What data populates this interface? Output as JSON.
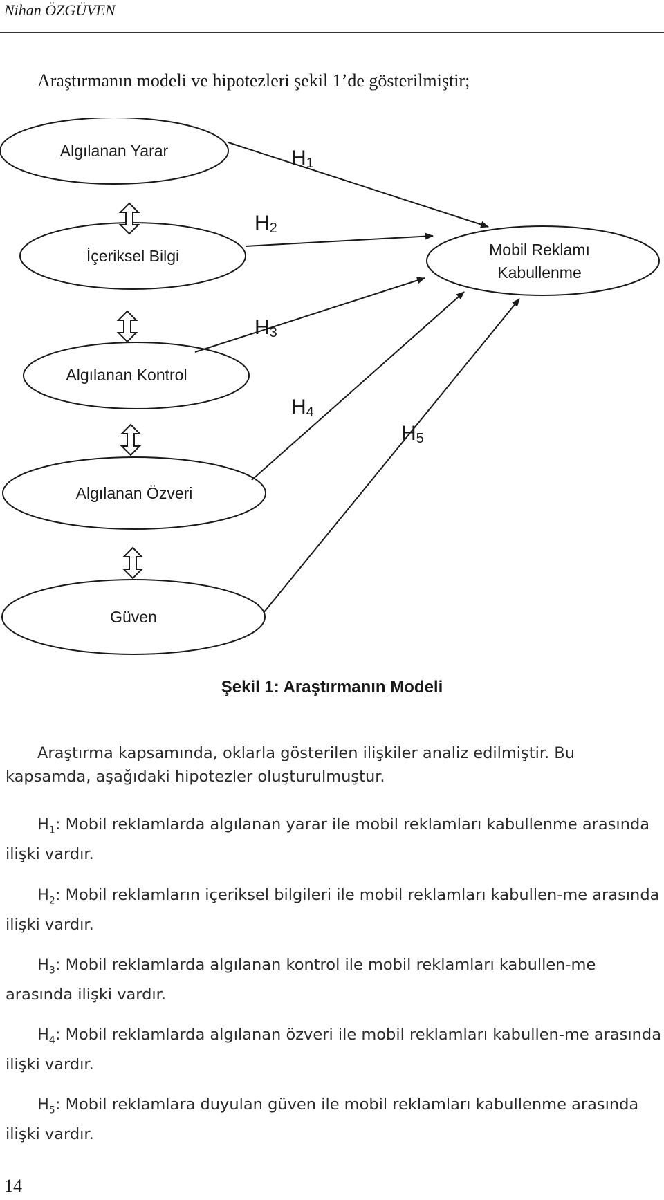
{
  "header": {
    "author": "Nihan ÖZGÜVEN"
  },
  "intro": "Araştırmanın modeli ve hipotezleri şekil 1’de gösterilmiştir;",
  "diagram": {
    "nodes": {
      "perceived_benefit": "Algılanan Yarar",
      "content_information": "İçeriksel Bilgi",
      "perceived_control": "Algılanan Kontrol",
      "perceived_sacrifice": "Algılanan Özveri",
      "trust": "Güven",
      "target_line1": "Mobil Reklamı",
      "target_line2": "Kabullenme"
    },
    "hypotheses": [
      {
        "letter": "H",
        "num": "1"
      },
      {
        "letter": "H",
        "num": "2"
      },
      {
        "letter": "H",
        "num": "3"
      },
      {
        "letter": "H",
        "num": "4"
      },
      {
        "letter": "H",
        "num": "5"
      }
    ]
  },
  "caption": {
    "label": "Şekil 1",
    "title": ": Araştırmanın Modeli"
  },
  "paragraph": "Araştırma kapsamında, oklarla gösterilen ilişkiler analiz edilmiştir. Bu kapsamda, aşağıdaki hipotezler oluşturulmuştur.",
  "hypotheses_text": [
    {
      "h": "H",
      "n": "1",
      "text": ": Mobil reklamlarda algılanan yarar ile mobil reklamları kabullenme arasında ilişki vardır."
    },
    {
      "h": "H",
      "n": "2",
      "text": ": Mobil reklamların içeriksel bilgileri ile mobil reklamları kabullen-me arasında ilişki vardır."
    },
    {
      "h": "H",
      "n": "3",
      "text": ": Mobil reklamlarda algılanan kontrol ile mobil reklamları kabullen-me arasında ilişki vardır."
    },
    {
      "h": "H",
      "n": "4",
      "text": ": Mobil reklamlarda algılanan özveri ile mobil reklamları kabullen-me arasında ilişki vardır."
    },
    {
      "h": "H",
      "n": "5",
      "text": ": Mobil reklamlara duyulan güven ile mobil reklamları kabullenme arasında ilişki vardır."
    }
  ],
  "page_number": "14"
}
